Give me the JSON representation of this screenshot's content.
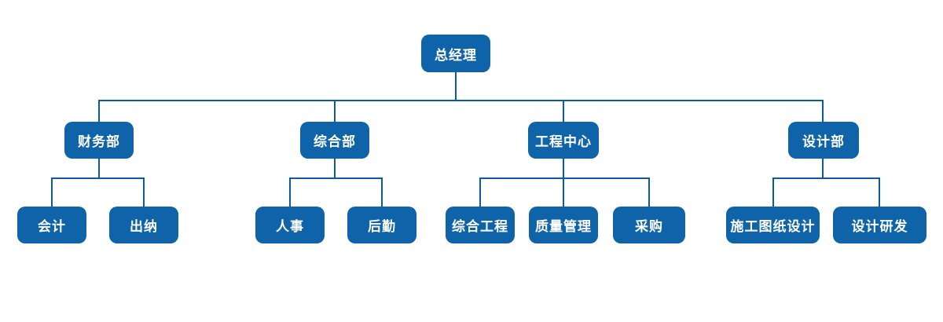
{
  "orgchart": {
    "root": {
      "label": "总经理"
    },
    "departments": [
      {
        "label": "财务部",
        "children": [
          {
            "label": "会计"
          },
          {
            "label": "出纳"
          }
        ]
      },
      {
        "label": "综合部",
        "children": [
          {
            "label": "人事"
          },
          {
            "label": "后勤"
          }
        ]
      },
      {
        "label": "工程中心",
        "children": [
          {
            "label": "综合工程"
          },
          {
            "label": "质量管理"
          },
          {
            "label": "采购"
          }
        ]
      },
      {
        "label": "设计部",
        "children": [
          {
            "label": "施工图纸设计"
          },
          {
            "label": "设计研发"
          }
        ]
      }
    ],
    "colors": {
      "node_fill": "#0f63a9",
      "node_text": "#ffffff",
      "line": "#0b5aa2",
      "background": "#ffffff"
    }
  }
}
